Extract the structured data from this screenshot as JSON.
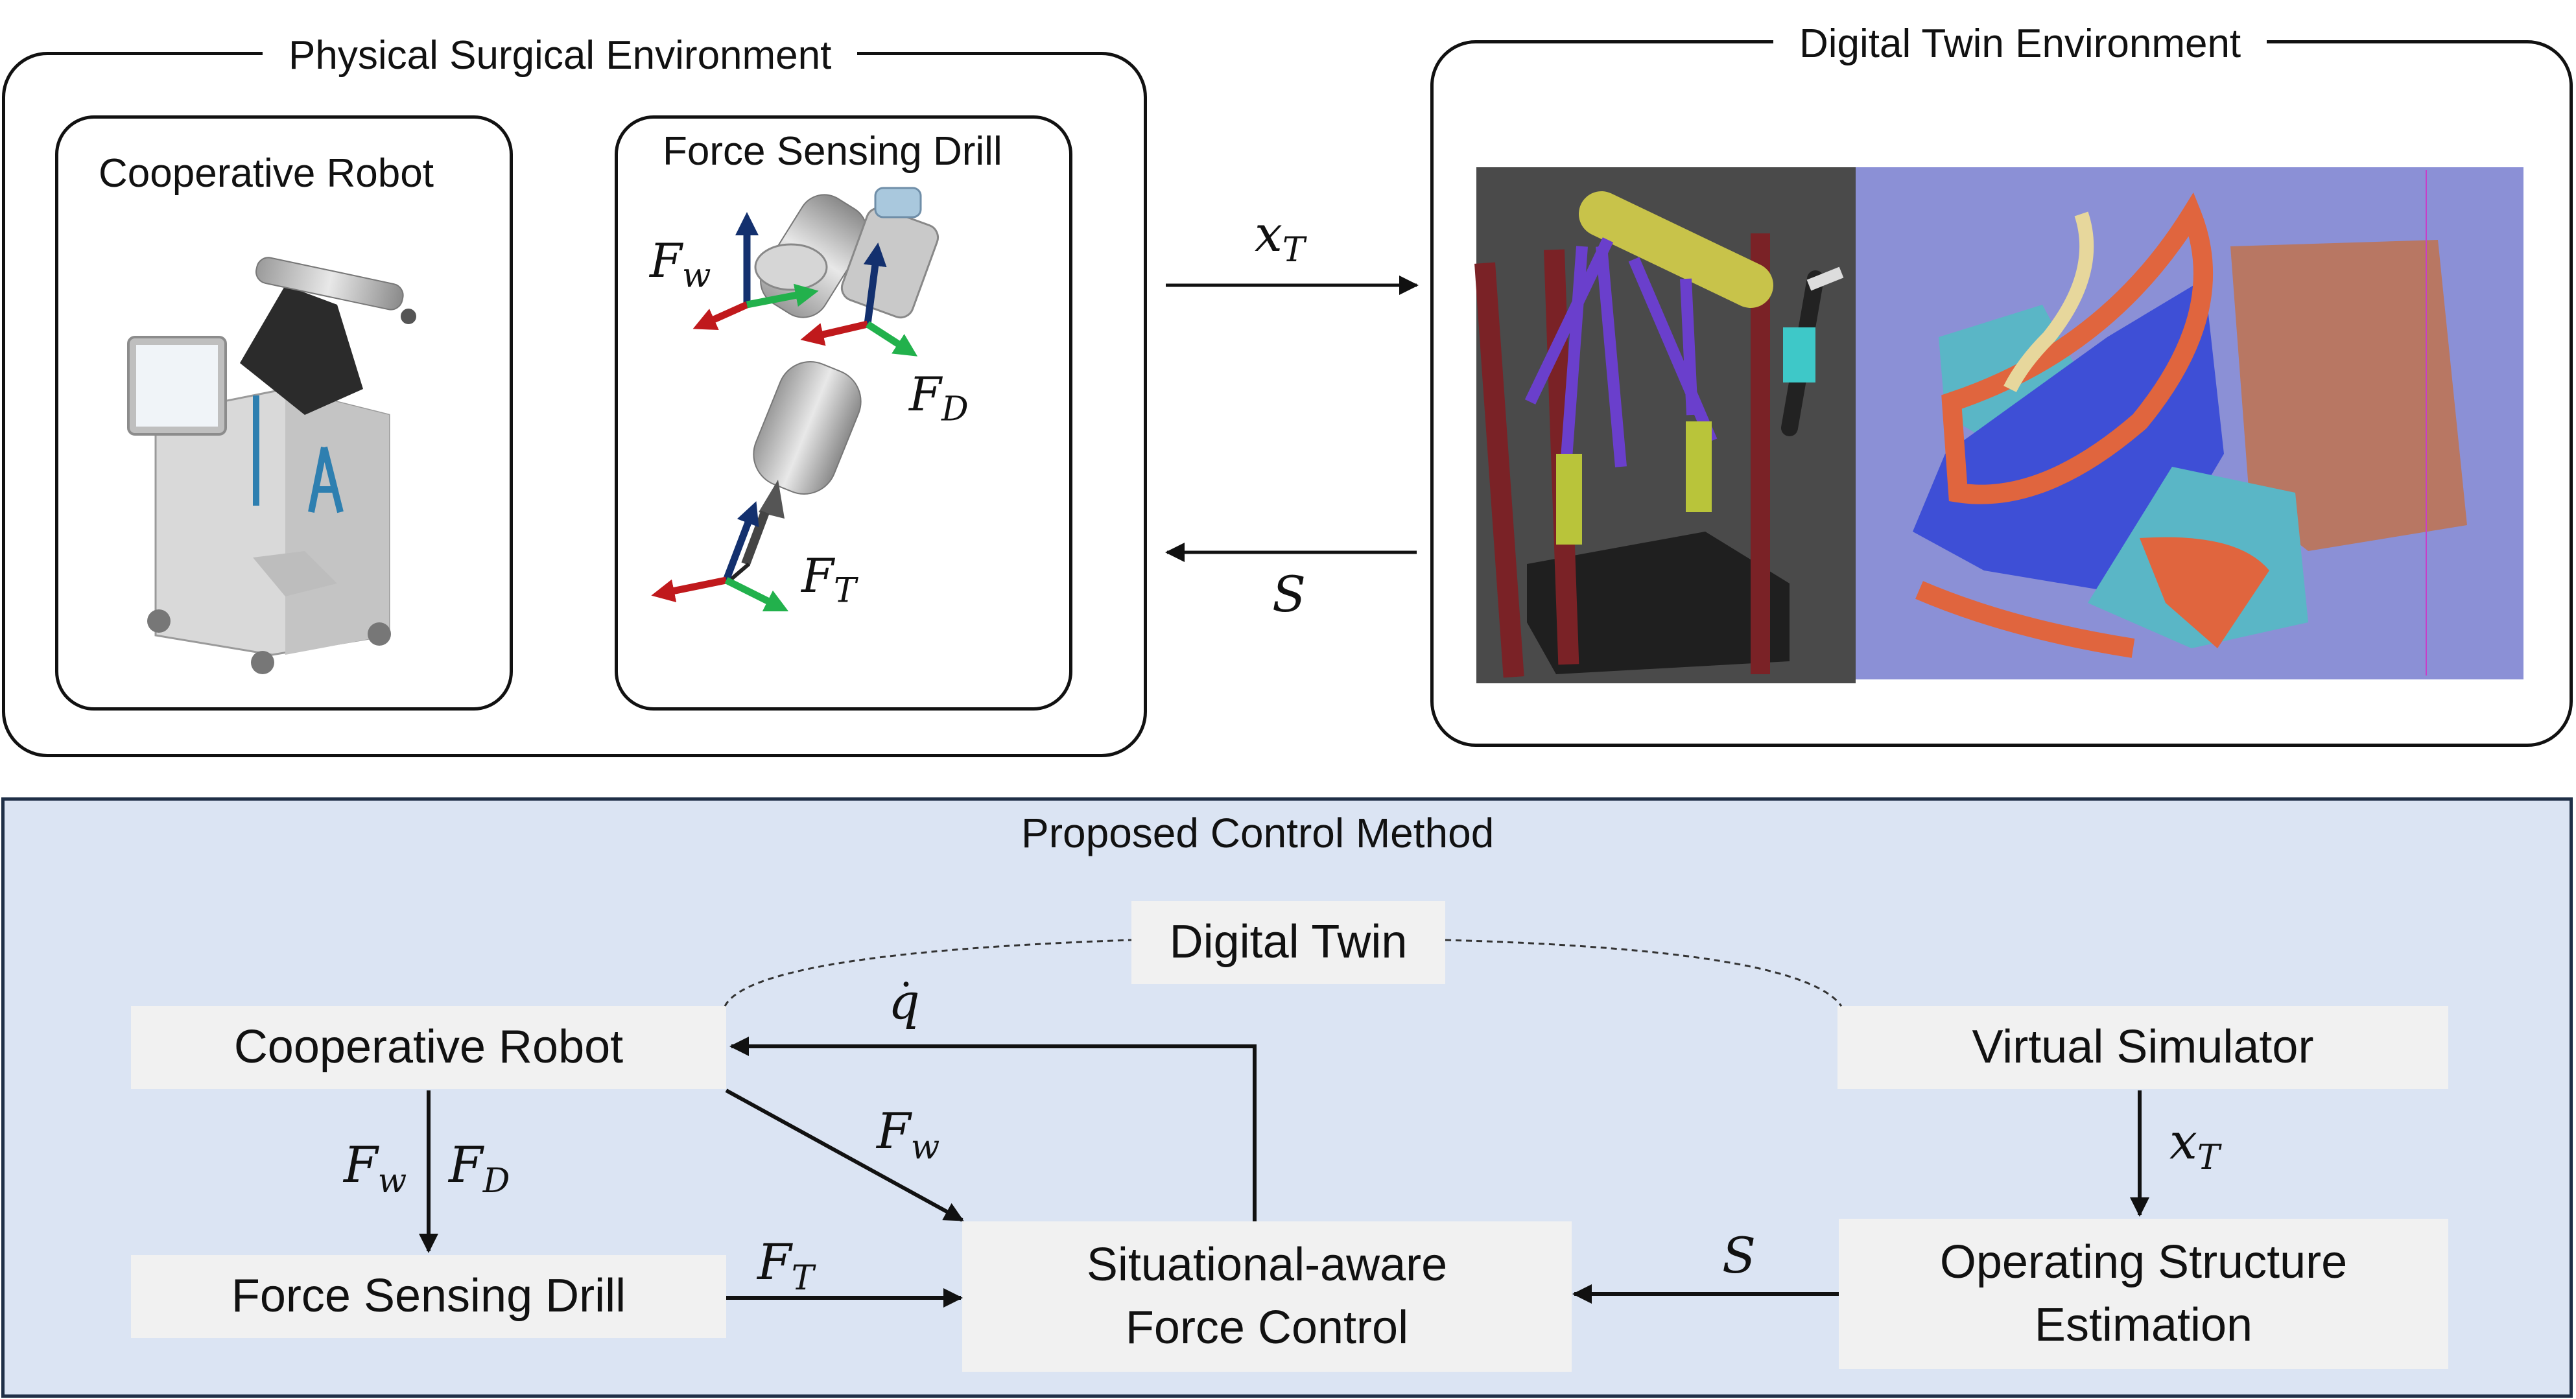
{
  "physical": {
    "title": "Physical Surgical Environment",
    "robot_title": "Cooperative Robot",
    "drill_title": "Force Sensing Drill",
    "drill_labels": {
      "fw": "F",
      "fw_sub": "w",
      "fd": "F",
      "fd_sub": "D",
      "ft": "F",
      "ft_sub": "T"
    }
  },
  "arrows_top": {
    "xt": "x",
    "xt_sub": "T",
    "s": "S"
  },
  "digital": {
    "title": "Digital Twin Environment"
  },
  "control": {
    "title": "Proposed Control Method",
    "digital_twin": "Digital Twin",
    "cooperative_robot": "Cooperative Robot",
    "virtual_simulator": "Virtual Simulator",
    "force_sensing_drill": "Force Sensing Drill",
    "situational_line1": "Situational-aware",
    "situational_line2": "Force Control",
    "operating_line1": "Operating Structure",
    "operating_line2": "Estimation",
    "qdot": "q",
    "fw": "F",
    "fw_sub": "w",
    "fd": "F",
    "fd_sub": "D",
    "ft": "F",
    "ft_sub": "T",
    "xt": "x",
    "xt_sub": "T",
    "s": "S"
  },
  "colors": {
    "panel_bg": "#dbe4f3",
    "box_bg": "#f1f1f1",
    "axis_blue": "#13306e",
    "axis_red": "#c0191c",
    "axis_green": "#22b14c",
    "sim_bg": "#8b90d6",
    "robot_bg": "#4a4a4a"
  }
}
